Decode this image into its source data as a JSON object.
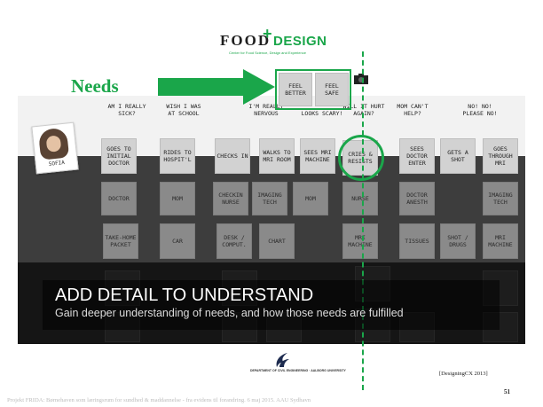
{
  "logo": {
    "food": "FOOD",
    "plus": "+",
    "design": "DESIGN",
    "subtitle": "Center for Food Science, Design and Experience"
  },
  "needs_label": "Needs",
  "needs_notes": [
    "FEEL BETTER",
    "FEEL SAFE"
  ],
  "thoughts": [
    "AM I REALLY SICK?",
    "WISH I WAS AT SCHOOL",
    "I'M REALLY NERVOUS",
    "LOOKS SCARY!",
    "WILL IT HURT AGAIN?",
    "MOM CAN'T HELP?",
    "NO! NO! PLEASE NO!"
  ],
  "persona": {
    "name": "SOFIA"
  },
  "actions": [
    "GOES TO INITIAL DOCTOR",
    "RIDES TO HOSPIT'L",
    "CHECKS IN",
    "WALKS TO MRI ROOM",
    "SEES MRI MACHINE",
    "CRIES & RESISTS",
    "SEES DOCTOR ENTER",
    "GETS A SHOT",
    "GOES THROUGH MRI"
  ],
  "touchpoints_row1": [
    "DOCTOR",
    "MOM",
    "CHECKIN NURSE",
    "IMAGING TECH",
    "MOM",
    "NURSE",
    "DOCTOR ANESTH",
    "IMAGING TECH"
  ],
  "touchpoints_row2": [
    "TAKE-HOME PACKET",
    "CAR",
    "DESK / COMPUT.",
    "CHART",
    "MRI MACHINE",
    "TISSUES",
    "SHOT / DRUGS",
    "MRI MACHINE"
  ],
  "faint_notes": [
    "",
    "",
    "",
    "",
    "",
    "",
    "",
    "",
    "",
    ""
  ],
  "title": "ADD DETAIL TO UNDERSTAND",
  "subtitle": "Gain deeper understanding of needs, and how those needs are fulfilled",
  "institution": "DEPARTMENT OF CIVIL ENGINEERING · AALBORG UNIVERSITY",
  "citation": "[DesigningCX 2013]",
  "slide_number": "51",
  "footer": "Projekt FRIDA: Børnehaven som læringsrum for sundhed & maddannelse - fra evidens til forandring. 6 maj 2015. AAU Sydhavn",
  "colors": {
    "accent": "#1aa64a",
    "note": "#d2d2d2",
    "board_dark": "#151515"
  }
}
